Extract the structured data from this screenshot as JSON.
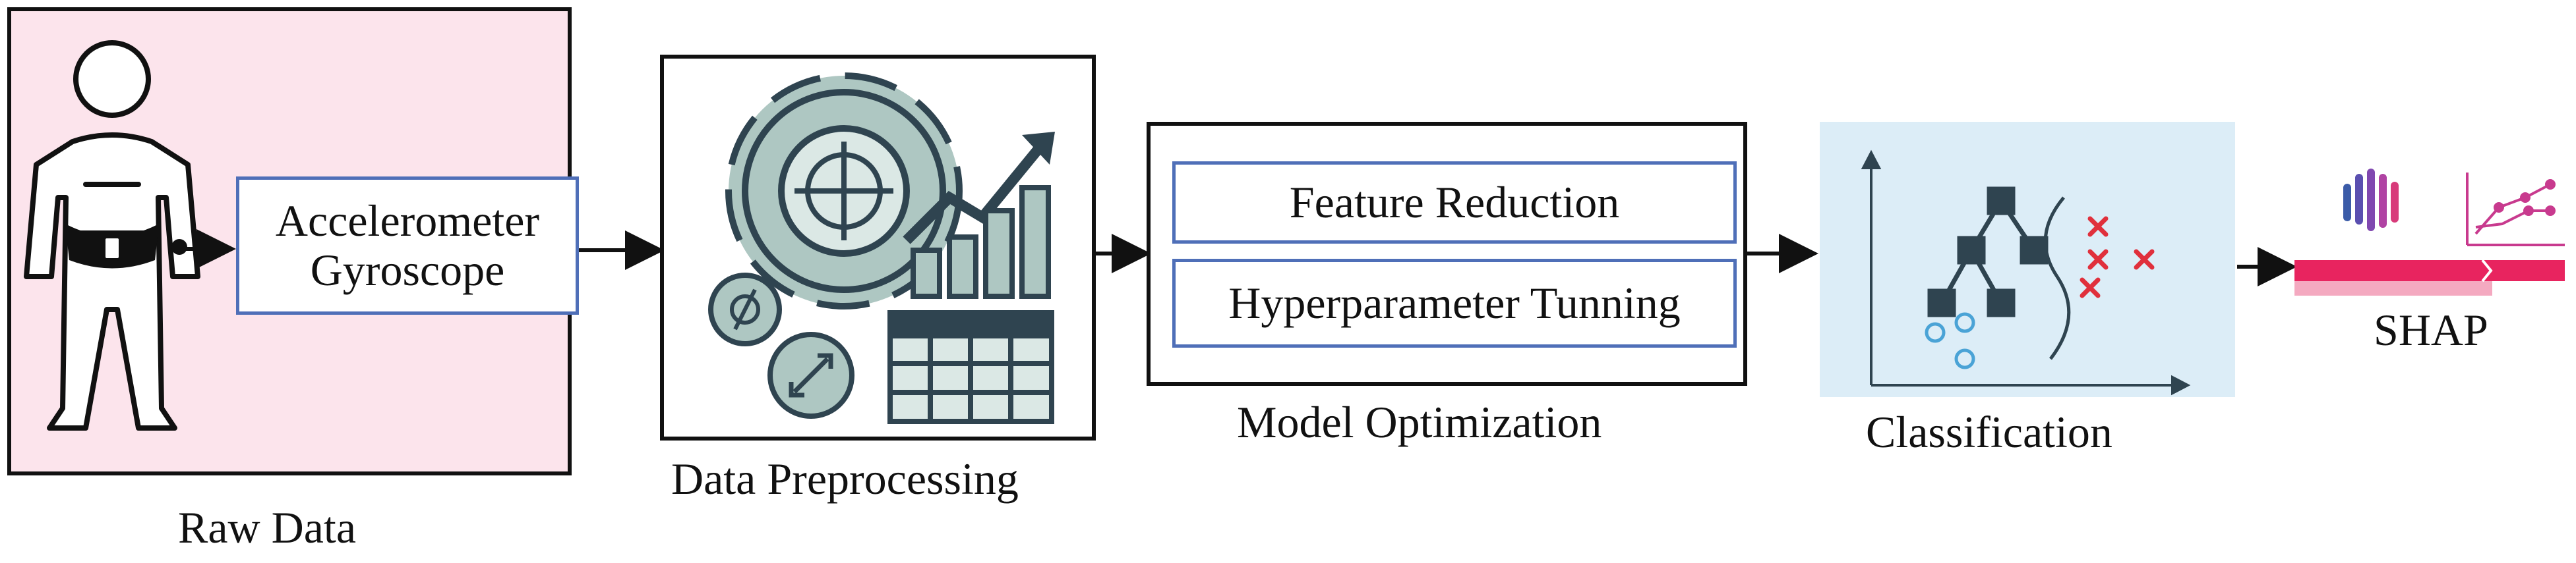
{
  "stages": {
    "raw_data": {
      "label": "Raw Data",
      "sensor_line1": "Accelerometer",
      "sensor_line2": "Gyroscope"
    },
    "preprocessing": {
      "label": "Data Preprocessing"
    },
    "optimization": {
      "label": "Model Optimization",
      "step1": "Feature Reduction",
      "step2": "Hyperparameter Tunning"
    },
    "classification": {
      "label": "Classification"
    },
    "shap": {
      "label": "SHAP"
    }
  },
  "colors": {
    "raw_panel": "#fce4ec",
    "classification_panel": "#dcedf7",
    "box_border": "#4f6fb8",
    "teal_icon": "#aec7c2",
    "dark_icon": "#2f4450",
    "red_marker": "#e0303c",
    "shap_pink": "#e8245f"
  },
  "icons": [
    "person-icon",
    "gear-icon",
    "growth-chart-icon",
    "table-icon",
    "tree-icon",
    "shap-bar-icon",
    "shap-line-icon"
  ]
}
